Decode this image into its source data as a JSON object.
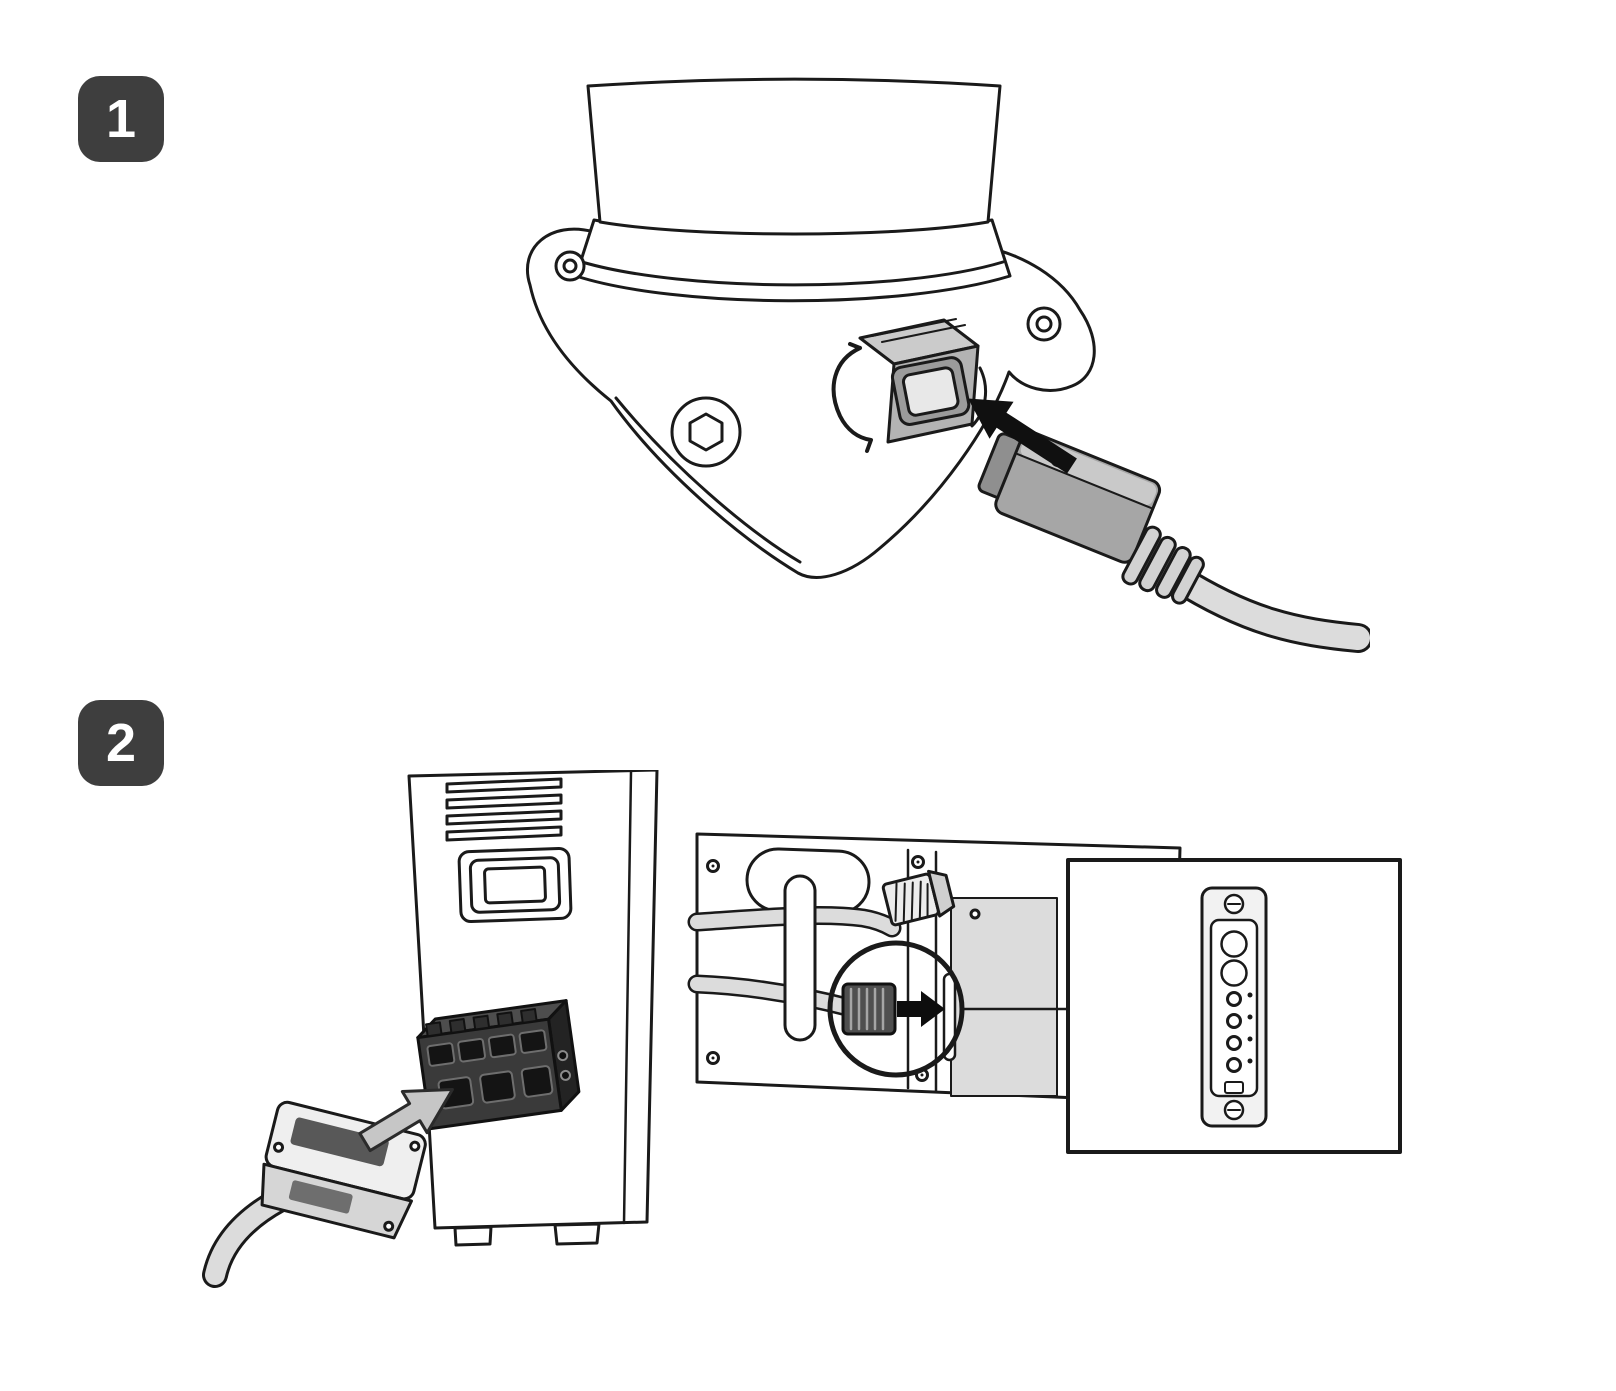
{
  "steps": [
    {
      "number": "1",
      "figure": "sensor-mount-connector-insertion"
    },
    {
      "number": "2",
      "figure": "cable-plug-into-device-rear-panel"
    }
  ],
  "badge": {
    "background": "#3e3e3e",
    "text_color": "#ffffff"
  },
  "palette": {
    "outline": "#1a1a1a",
    "connector_top_gray": "#c9c9c9",
    "connector_body_gray": "#a6a6a6",
    "cable_fill_gray": "#dcdcdc",
    "dark_connector_block": "#3a3a3a",
    "panel_recess_gray": "#dcdcdc",
    "insertion_arrow_black": "#101010",
    "direction_arrow_gray": "#c6c6c6"
  },
  "icons": [
    "step-number-badge",
    "insertion-arrow",
    "callout-circle",
    "dsub-connector"
  ]
}
